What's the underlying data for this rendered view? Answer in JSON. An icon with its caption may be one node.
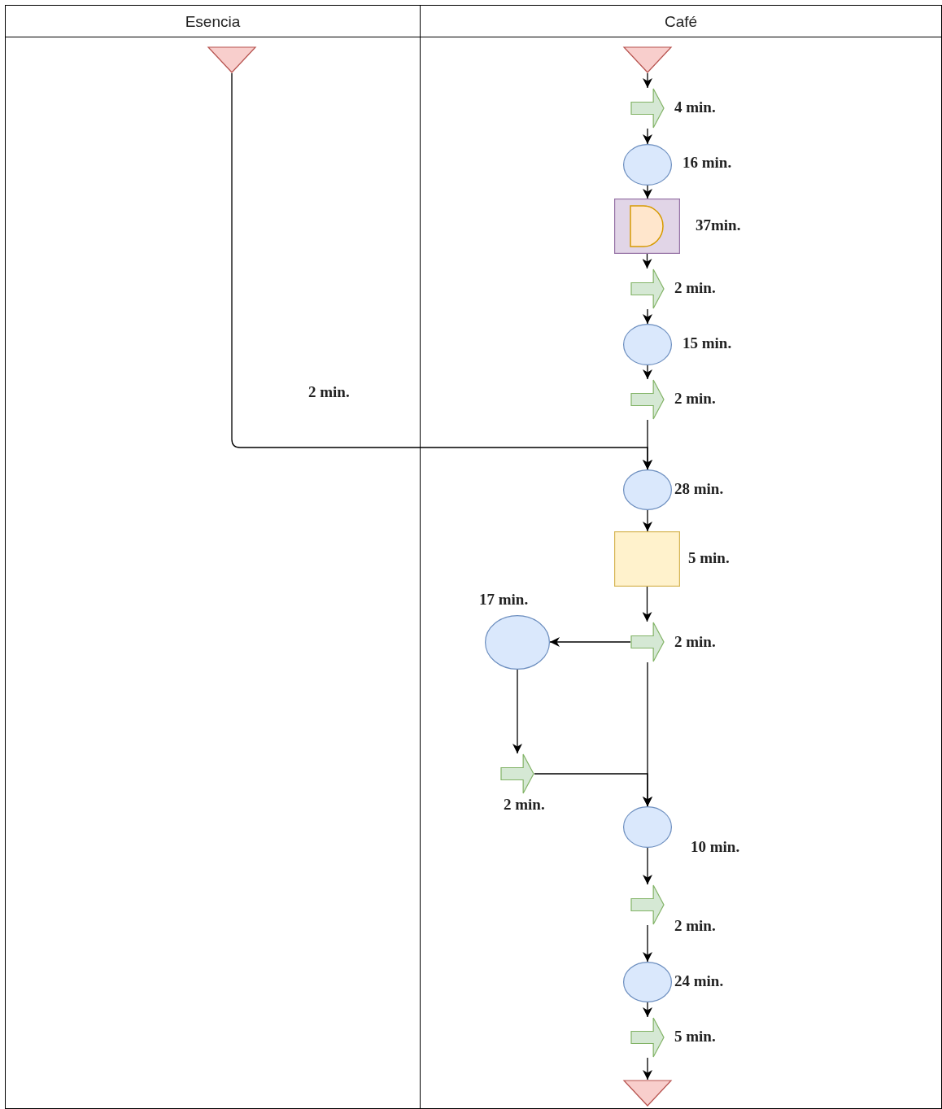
{
  "diagram": {
    "nodes": [
      {
        "text": [
          "Esencia"
        ]
      },
      {
        "text": [
          "Café"
        ]
      },
      {
        "text": [],
        "shape": "triangle",
        "in": 0
      },
      {
        "text": [],
        "shape": "triangle",
        "in": 1
      },
      {
        "text": [],
        "shape": "arrow",
        "in": 1,
        "beside": [
          "4 min."
        ]
      },
      {
        "text": [],
        "shape": "circle",
        "in": 1,
        "beside": [
          "16 min."
        ]
      },
      {
        "text": [],
        "shape": "box",
        "in": 1,
        "beside": [
          "37min."
        ]
      },
      {
        "text": [],
        "shape": "arrow",
        "in": 1,
        "beside": [
          "2 min."
        ]
      },
      {
        "text": [],
        "shape": "circle",
        "in": 1,
        "beside": [
          "15 min."
        ]
      },
      {
        "text": [],
        "shape": "arrow",
        "in": 1,
        "beside": [
          "2 min."
        ]
      },
      {
        "text": [],
        "shape": "circle",
        "in": 1,
        "beside": [
          "28 min."
        ]
      },
      {
        "text": [],
        "shape": "box",
        "in": 1,
        "beside": [
          "5 min."
        ]
      },
      {
        "text": [],
        "shape": "arrow",
        "in": 1,
        "beside": [
          "2 min."
        ]
      },
      {
        "text": [],
        "shape": "circle",
        "in": 1,
        "beside": [
          "17 min."
        ]
      },
      {
        "text": [],
        "shape": "arrow",
        "in": 1,
        "beside": [
          "2 min."
        ]
      },
      {
        "text": [],
        "shape": "circle",
        "in": 1,
        "beside": [
          "10 min."
        ]
      },
      {
        "text": [],
        "shape": "arrow",
        "in": 1,
        "beside": [
          "2 min."
        ]
      },
      {
        "text": [],
        "shape": "circle",
        "in": 1,
        "beside": [
          "24 min."
        ]
      },
      {
        "text": [],
        "shape": "arrow",
        "in": 1,
        "beside": [
          "5 min."
        ]
      },
      {
        "text": [],
        "shape": "triangle",
        "in": 1
      }
    ],
    "edges": [
      {
        "from": 3,
        "to": 4,
        "arrow": "to"
      },
      {
        "from": 4,
        "to": 5,
        "arrow": "to"
      },
      {
        "from": 5,
        "to": 6,
        "arrow": "to"
      },
      {
        "from": 6,
        "to": 7,
        "arrow": "to"
      },
      {
        "from": 7,
        "to": 8,
        "arrow": "to"
      },
      {
        "from": 8,
        "to": 9,
        "arrow": "to"
      },
      {
        "from": 9,
        "to": 10,
        "arrow": "to"
      },
      {
        "from": 2,
        "to": 10,
        "arrow": "to"
      },
      {
        "from": 10,
        "to": 11,
        "arrow": "to"
      },
      {
        "from": 11,
        "to": 12,
        "arrow": "to"
      },
      {
        "from": 12,
        "to": 13,
        "arrow": "to"
      },
      {
        "from": 13,
        "to": 14,
        "arrow": "to"
      },
      {
        "from": 12,
        "to": 15,
        "arrow": "to"
      },
      {
        "from": 14,
        "to": 15,
        "arrow": "to"
      },
      {
        "from": 15,
        "to": 16,
        "arrow": "to"
      },
      {
        "from": 16,
        "to": 17,
        "arrow": "to"
      },
      {
        "from": 17,
        "to": 18,
        "arrow": "to"
      },
      {
        "from": 18,
        "to": 19,
        "arrow": "to"
      }
    ],
    "labels": [
      "2 min."
    ]
  }
}
